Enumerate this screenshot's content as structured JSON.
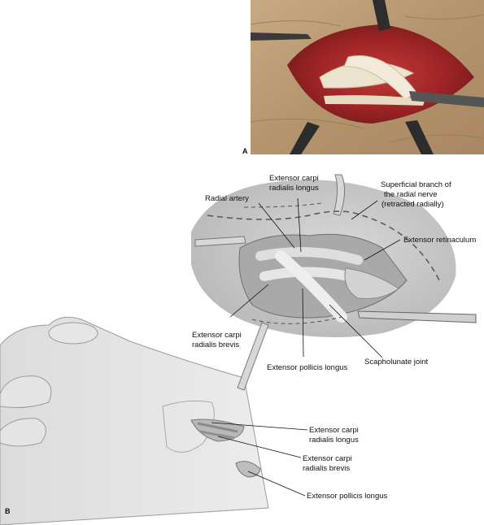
{
  "panel_a": {
    "letter": "A"
  },
  "panel_b": {
    "letter": "B",
    "labels": {
      "ecrl_top_1": "Extensor carpi",
      "ecrl_top_2": "radialis longus",
      "radial_artery": "Radial artery",
      "srn_1": "Superficial branch of",
      "srn_2": "the radial nerve",
      "srn_3": "(retracted radially)",
      "ext_retinaculum": "Extensor retinaculum",
      "ecrb_left_1": "Extensor carpi",
      "ecrb_left_2": "radialis brevis",
      "epl_mid": "Extensor pollicis longus",
      "scapholunate": "Scapholunate joint",
      "ecrl_low_1": "Extensor carpi",
      "ecrl_low_2": "radialis longus",
      "ecrb_low_1": "Extensor carpi",
      "ecrb_low_2": "radialis brevis",
      "epl_low": "Extensor pollicis longus"
    }
  },
  "colors": {
    "skin_photo": "#b79a73",
    "tissue_red": "#a8242a",
    "tendon": "#e9dfc8",
    "field_gray": "#c9c9c9",
    "hand_gray": "#e2e2e2",
    "nerve_dash": "#555555"
  }
}
